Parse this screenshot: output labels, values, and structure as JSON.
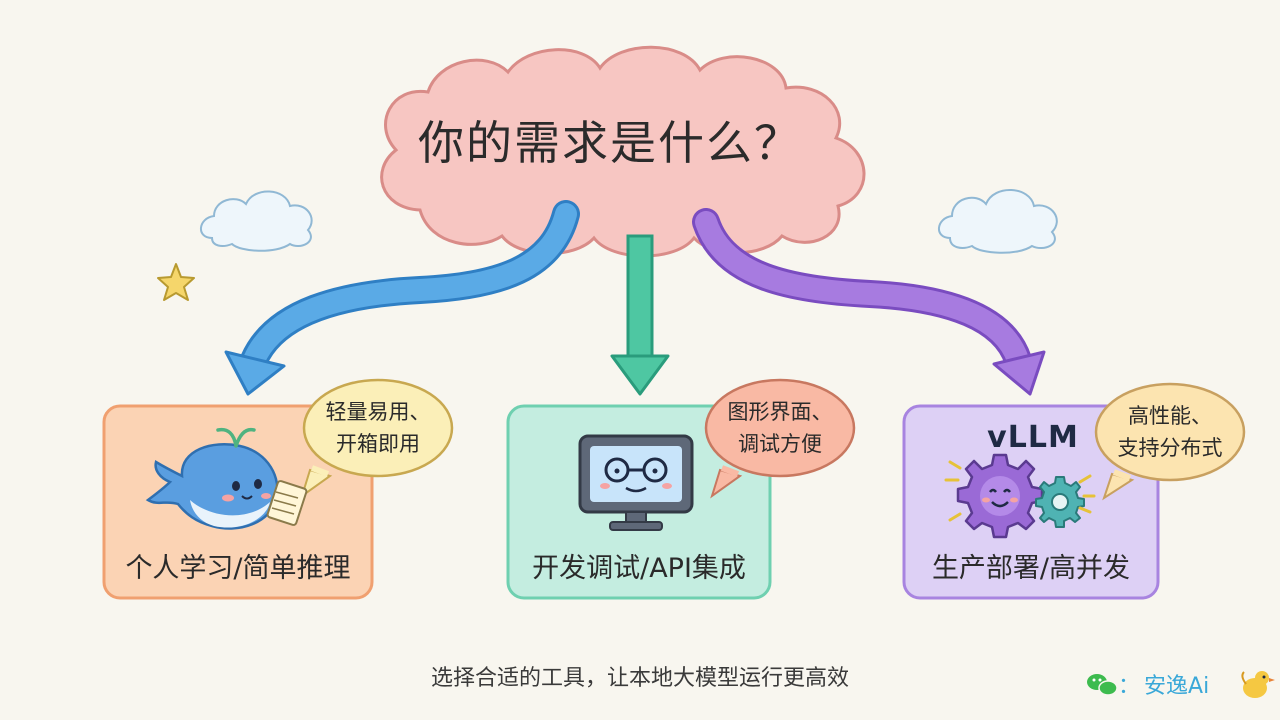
{
  "title": "你的需求是什么？",
  "boxes": [
    {
      "label": "个人学习/简单推理",
      "bubble_line1": "轻量易用、",
      "bubble_line2": "开箱即用"
    },
    {
      "label": "开发调试/API集成",
      "bubble_line1": "图形界面、",
      "bubble_line2": "调试方便"
    },
    {
      "label": "生产部署/高并发",
      "bubble_line1": "高性能、",
      "bubble_line2": "支持分布式",
      "logo_text": "vLLM"
    }
  ],
  "footer": "选择合适的工具，让本地大模型运行更高效",
  "brand": {
    "separator": "：",
    "name": "安逸Ai"
  },
  "colors": {
    "background": "#f8f6ef",
    "cloud": "#f7c6c2",
    "arrow_blue": "#4a9ee0",
    "arrow_green": "#3fbf9a",
    "arrow_purple": "#9a6ad6",
    "box_orange_bg": "#fbd3b4",
    "box_orange_border": "#f0a070",
    "box_green_bg": "#c4ede0",
    "box_green_border": "#6fd0b0",
    "box_purple_bg": "#ddd0f5",
    "box_purple_border": "#a884e0",
    "bubble_yellow": "#fbefb8",
    "bubble_salmon": "#f9b9a4",
    "bubble_peach": "#fce4b0"
  },
  "icons": [
    "whale-icon",
    "computer-face-icon",
    "gear-face-icon",
    "star-icon",
    "cloud-icon",
    "wechat-icon",
    "bird-icon"
  ]
}
